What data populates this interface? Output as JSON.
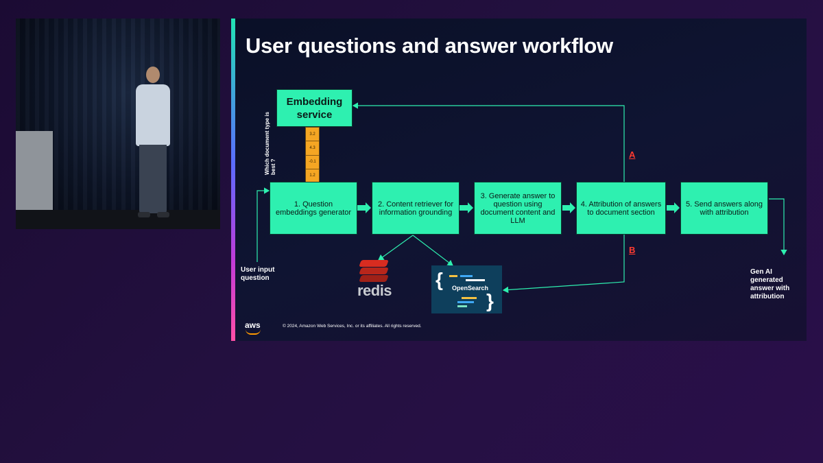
{
  "slide": {
    "title": "User questions and answer workflow",
    "embedding_service": "Embedding service",
    "vector_values": [
      "3.2",
      "4.3",
      "-0.1",
      "1.2"
    ],
    "vector_question": "Which document type is best ?",
    "steps": [
      "1. Question embeddings generator",
      "2. Content retriever for information grounding",
      "3. Generate answer to question using document content and LLM",
      "4. Attribution of answers to document section",
      "5. Send answers along with attribution"
    ],
    "user_input": "User input question",
    "output_label": "Gen AI generated answer with attribution",
    "path_a": "A",
    "path_b": "B",
    "redis_logo": "redis",
    "opensearch_logo": "OpenSearch",
    "aws_logo": "aws",
    "copyright": "© 2024, Amazon Web Services, Inc. or its affiliates. All rights reserved."
  },
  "colors": {
    "box_fill": "#2ef0b0",
    "connector": "#2ef0b0",
    "vector_fill": "#f5a623",
    "path_marker": "#ff3b30"
  }
}
